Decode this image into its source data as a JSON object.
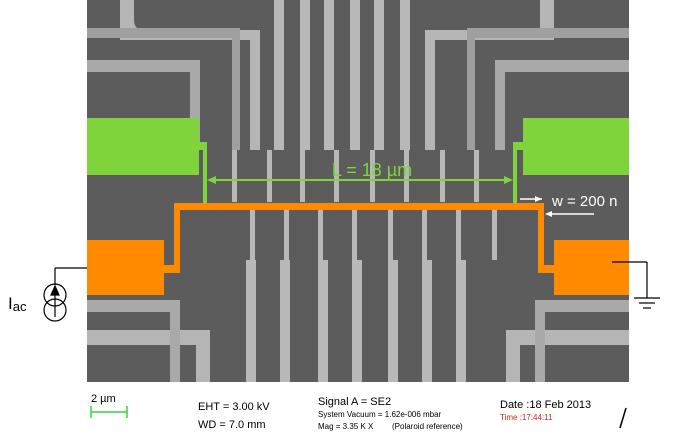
{
  "annotations": {
    "length_label": "L = 18 µm",
    "width_label": "w = 200 n",
    "current_label_main": "I",
    "current_label_sub": "ac"
  },
  "colors": {
    "substrate": "#5c5c5c",
    "metal": "#b5b5b5",
    "green_pad": "#7ed43a",
    "orange_wire": "#ff8a00",
    "length_arrow": "#7ed43a",
    "width_arrow": "#ffffff"
  },
  "footer": {
    "scale_bar": "2 µm",
    "eht": "EHT =  3.00 kV",
    "wd": "WD =  7.0 mm",
    "signal": "Signal A = SE2",
    "vacuum": "System Vacuum = 1.62e-006 mbar",
    "mag": "Mag =  3.35 K X",
    "polaroid": "(Polaroid reference)",
    "date": "Date :18 Feb 2013",
    "time": "Time :17:44:11"
  }
}
